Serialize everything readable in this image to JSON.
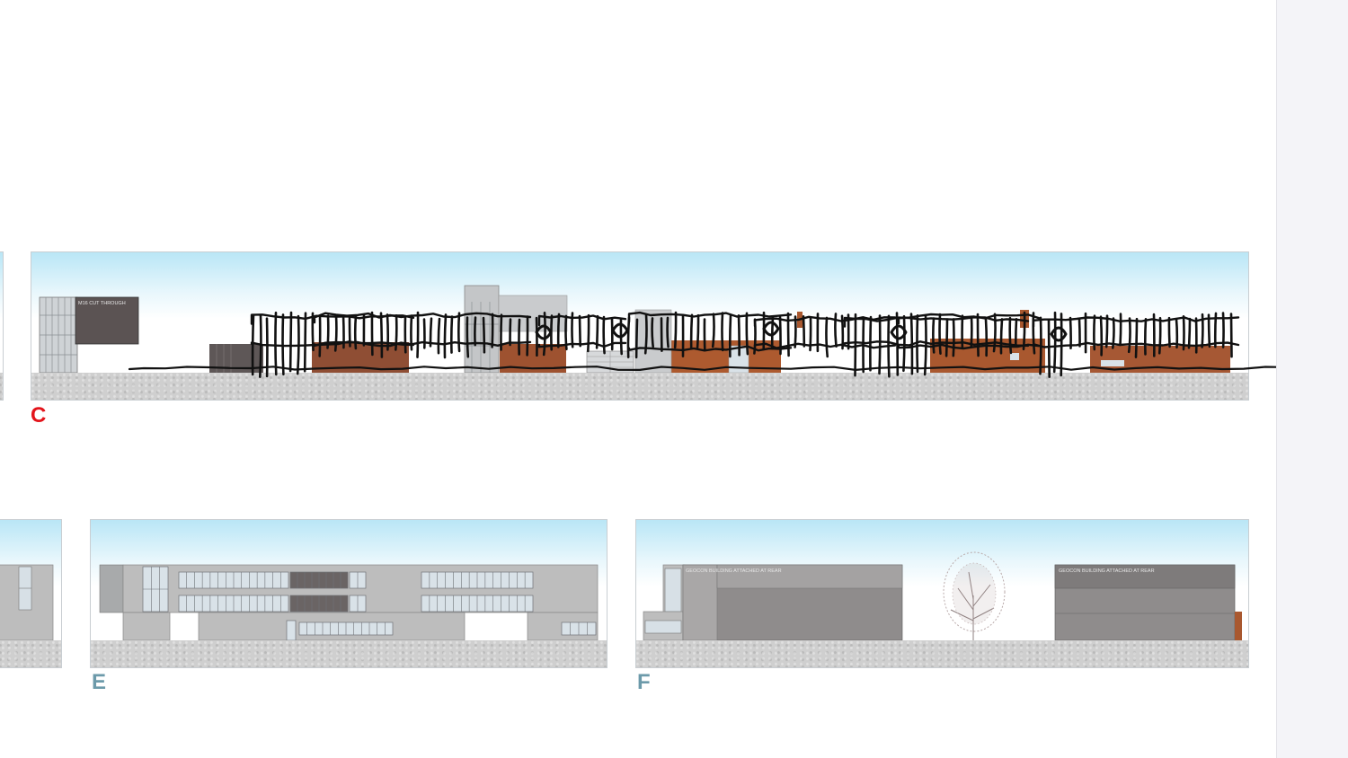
{
  "elevations": {
    "c": {
      "label": "C",
      "sign_text": "M16 CUT THROUGH"
    },
    "e": {
      "label": "E"
    },
    "f": {
      "label": "F",
      "note_left": "GEOCON BUILDING ATTACHED AT REAR",
      "note_right": "GEOCON BUILDING ATTACHED AT REAR"
    }
  },
  "colors": {
    "sky": "#bfe8f7",
    "ground": "#cfcfcf",
    "building_grey": "#bdbdbd",
    "dark_grey": "#5e5656",
    "rust": "#a9582f",
    "sketch_ink": "#111111",
    "label_c": "#e3141b",
    "label_ef": "#6c9aaa"
  }
}
